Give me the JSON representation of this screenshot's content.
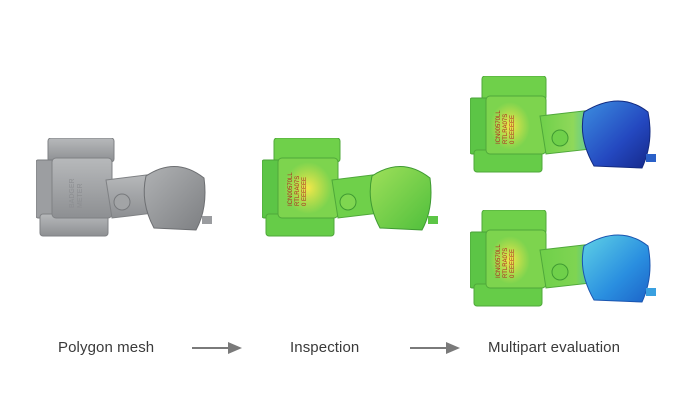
{
  "figure": {
    "stages": [
      {
        "id": "polygon-mesh",
        "label": "Polygon mesh",
        "render": "gray-mesh"
      },
      {
        "id": "inspection",
        "label": "Inspection",
        "render": "deviation-colormap"
      },
      {
        "id": "multipart-evaluation",
        "label": "Multipart evaluation",
        "render": "deviation-colormap-two-parts"
      }
    ],
    "part_text": {
      "mesh_lines": [
        "BADGER",
        "METER"
      ],
      "colored_lines": [
        "ICN00570LL",
        "RTLRA07S",
        "0 ЕЕЕЕЕЕ"
      ]
    },
    "arrows": [
      {
        "from": "polygon-mesh",
        "to": "inspection"
      },
      {
        "from": "inspection",
        "to": "multipart-evaluation"
      }
    ]
  },
  "colors": {
    "background": "#ffffff",
    "mesh_gray": "#a7a9ab",
    "mesh_gray_dark": "#7f8184",
    "deviation_green": "#6fd04a",
    "deviation_yellow": "#e9e34a",
    "deviation_cyan": "#2fc6d8",
    "deviation_blue": "#1f3fb0",
    "arrow_gray": "#7a7a7a",
    "caption_text": "#3a3a3a"
  }
}
